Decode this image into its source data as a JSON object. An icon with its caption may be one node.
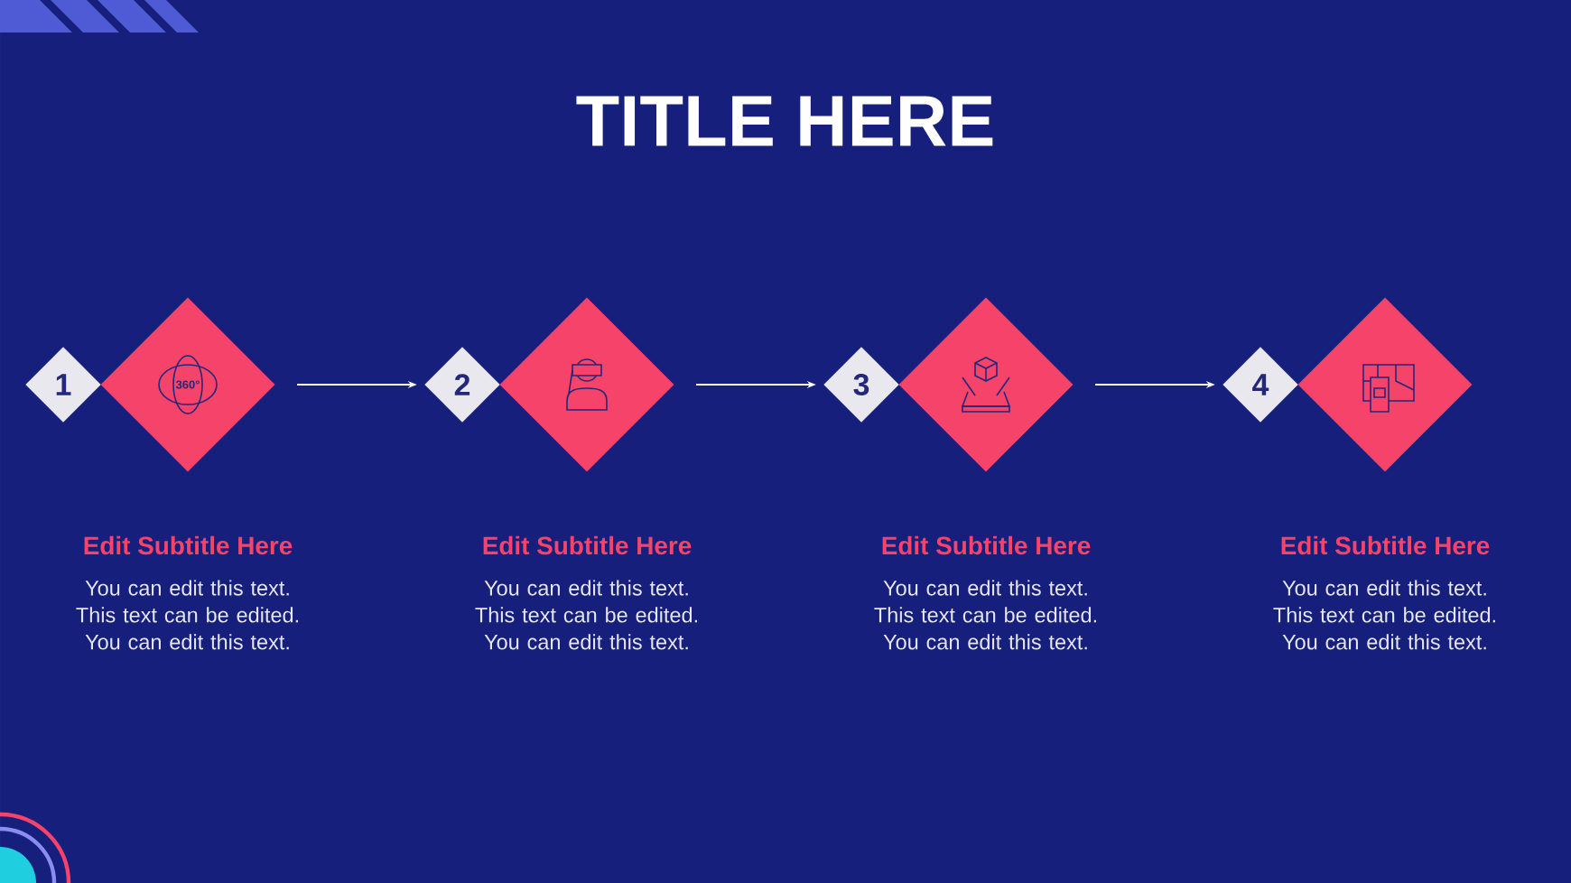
{
  "diagram": {
    "title": "TITLE HERE",
    "nodes": [
      {
        "text": [
          "1"
        ]
      },
      {
        "text": [],
        "shape": "diamond",
        "beside": [
          "Edit Subtitle Here",
          "You can edit this text. This text can be edited. You can edit this text."
        ]
      },
      {
        "text": [
          "2"
        ]
      },
      {
        "text": [],
        "shape": "diamond",
        "beside": [
          "Edit Subtitle Here",
          "You can edit this text. This text can be edited. You can edit this text."
        ]
      },
      {
        "text": [
          "3"
        ]
      },
      {
        "text": [],
        "shape": "diamond",
        "beside": [
          "Edit Subtitle Here",
          "You can edit this text. This text can be edited. You can edit this text."
        ]
      },
      {
        "text": [
          "4"
        ]
      },
      {
        "text": [],
        "shape": "diamond",
        "beside": [
          "Edit Subtitle Here",
          "You can edit this text. This text can be edited. You can edit this text."
        ]
      }
    ],
    "edges": [
      {
        "from": 1,
        "to": 2,
        "arrow": "to"
      },
      {
        "from": 3,
        "to": 4,
        "arrow": "to"
      },
      {
        "from": 5,
        "to": 6,
        "arrow": "to"
      }
    ],
    "labels": [
      "360°"
    ]
  }
}
